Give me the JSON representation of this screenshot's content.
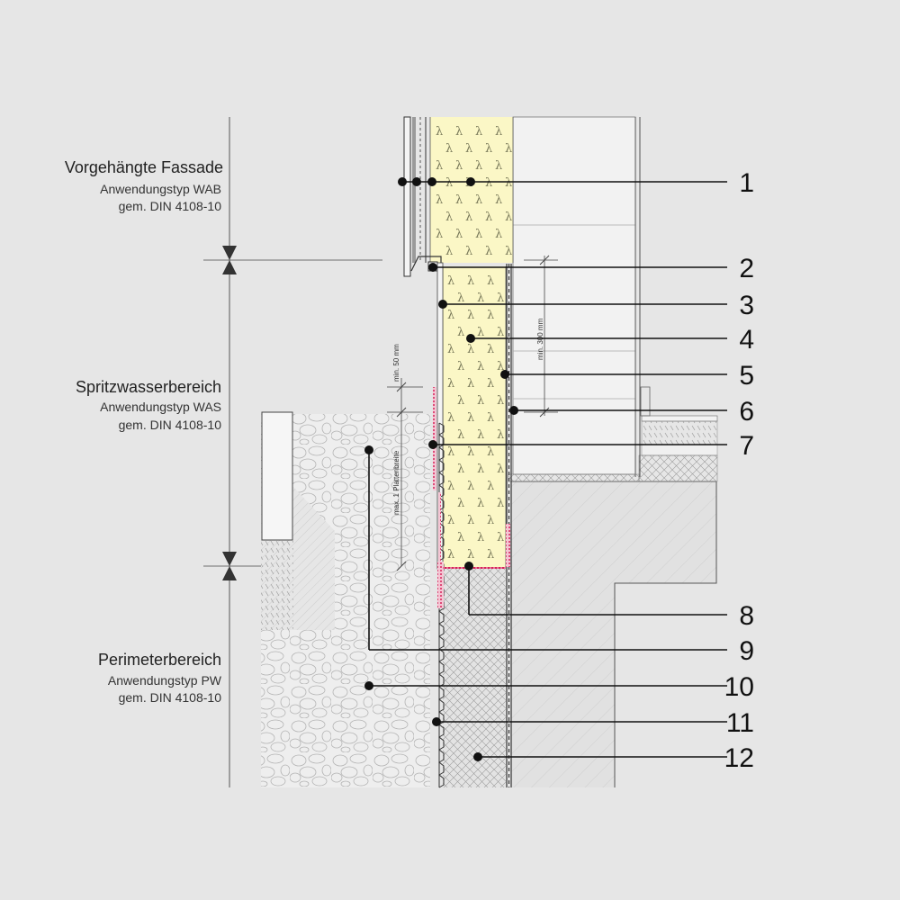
{
  "zones": [
    {
      "title": "Vorgehängte Fassade",
      "line1": "Anwendungstyp WAB",
      "line2": "gem. DIN 4108-10"
    },
    {
      "title": "Spritzwasserbereich",
      "line1": "Anwendungstyp WAS",
      "line2": "gem. DIN 4108-10"
    },
    {
      "title": "Perimeterbereich",
      "line1": "Anwendungstyp PW",
      "line2": "gem. DIN 4108-10"
    }
  ],
  "dimensions": {
    "min50": "min. 50 mm",
    "min300": "min. 300 mm",
    "plate": "max. 1 Plattenbreite"
  },
  "callouts": [
    "1",
    "2",
    "3",
    "4",
    "5",
    "6",
    "7",
    "8",
    "9",
    "10",
    "11",
    "12"
  ],
  "colors": {
    "background": "#e6e6e6",
    "insulation": "#fbf7c6",
    "seal": "#d6245a",
    "line": "#111111"
  }
}
